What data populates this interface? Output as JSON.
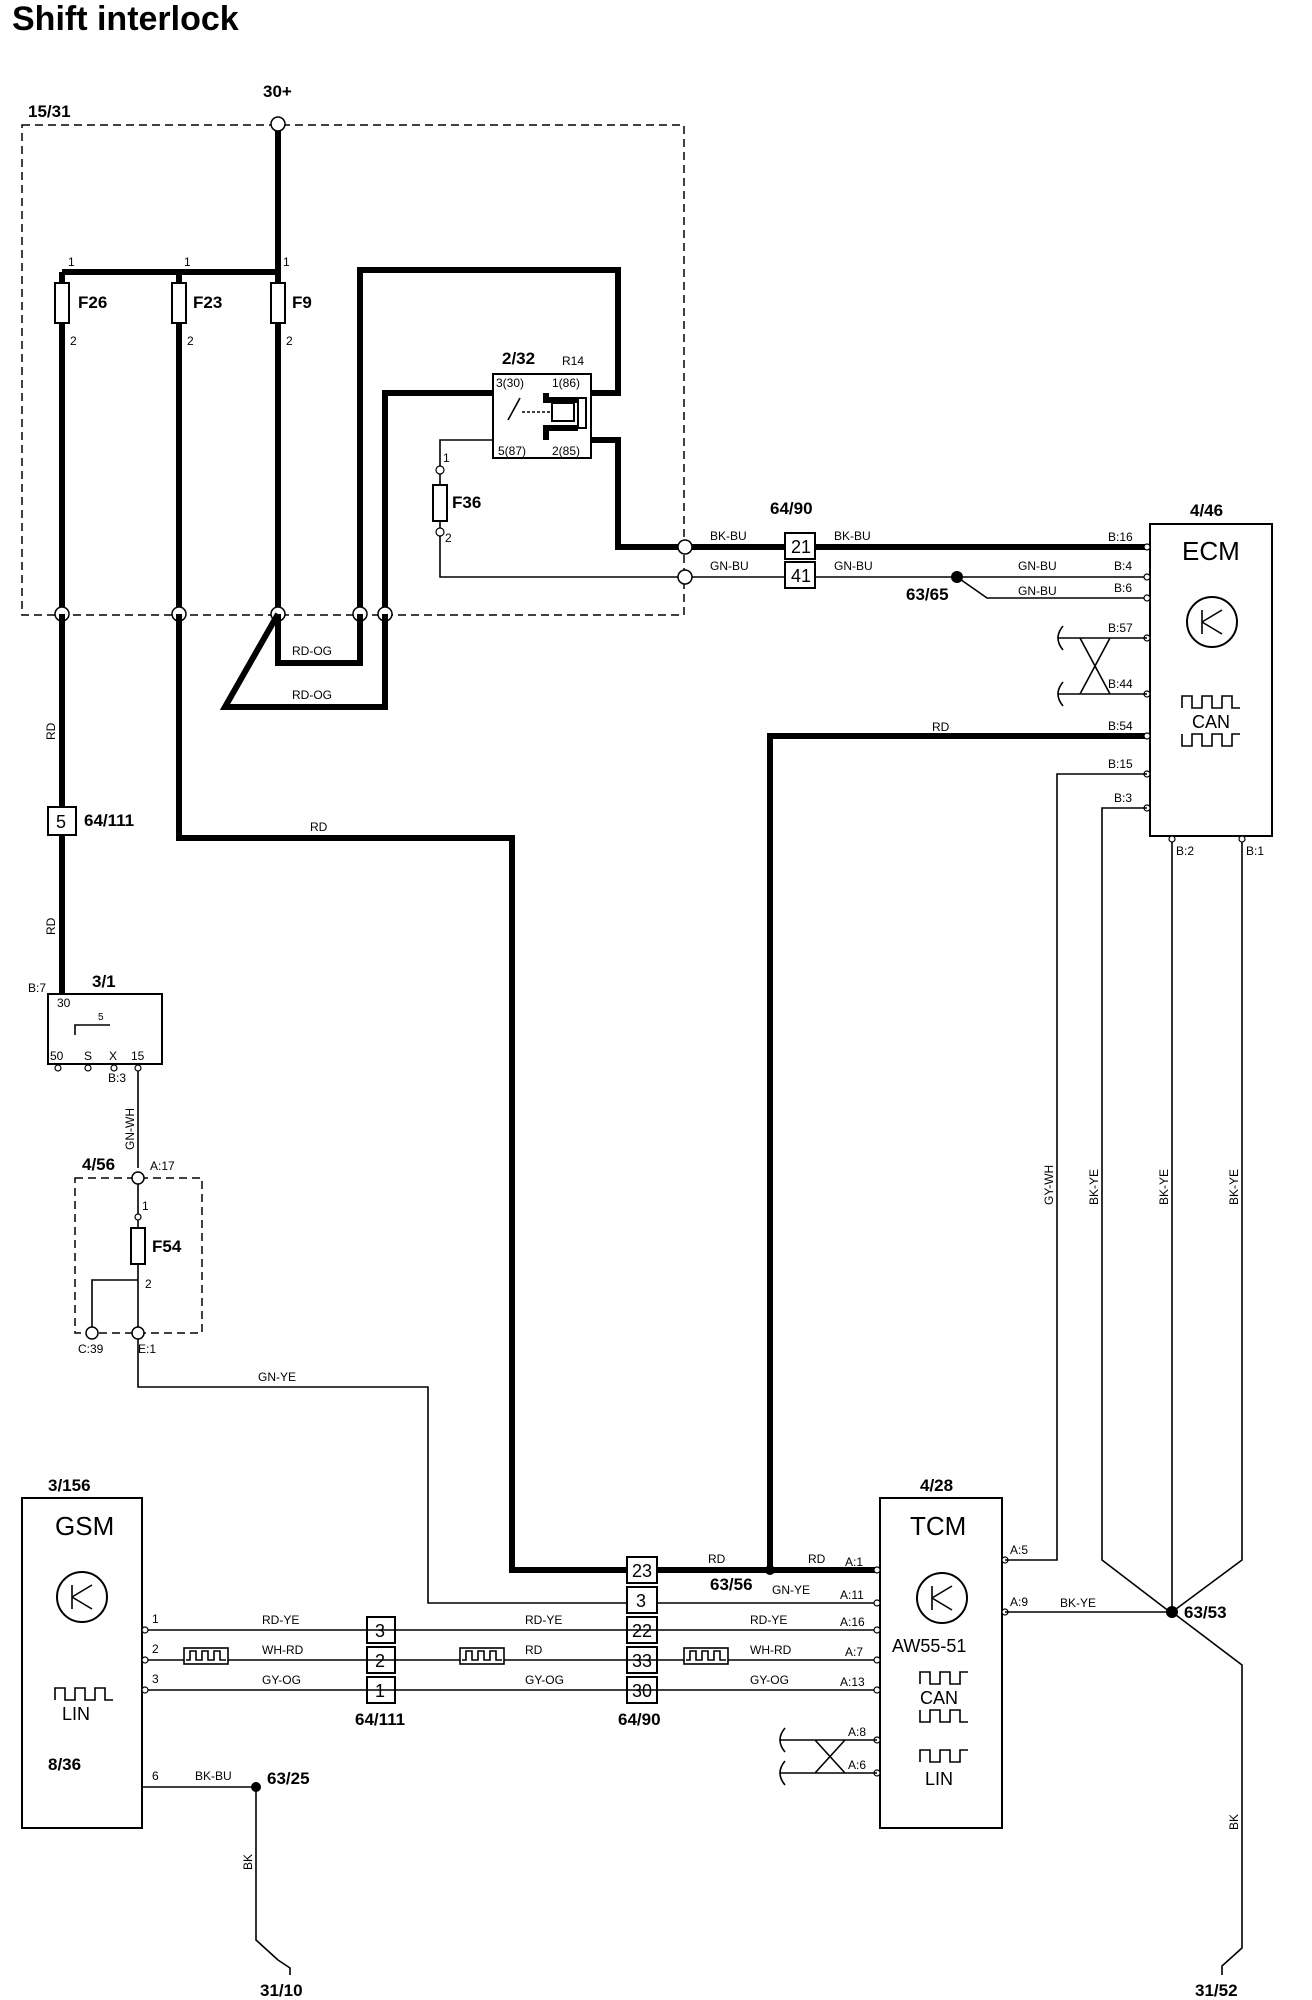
{
  "title": "Shift interlock",
  "supply": {
    "label": "30+",
    "box": "15/31"
  },
  "fuses": {
    "f26": "F26",
    "f23": "F23",
    "f9": "F9",
    "f36": "F36",
    "f54": "F54",
    "pin1": "1",
    "pin2": "2"
  },
  "relay": {
    "id": "2/32",
    "name": "R14",
    "p30": "3(30)",
    "p86": "1(86)",
    "p87": "5(87)",
    "p85": "2(85)"
  },
  "connectors": {
    "c6490": "64/90",
    "c6490_21": "21",
    "c6490_41": "41",
    "c64111": "64/111",
    "c64111_5": "5",
    "c64111_3": "3",
    "c64111_2": "2",
    "c64111_1": "1",
    "c6490_23": "23",
    "c6490_3": "3",
    "c6490_22": "22",
    "c6490_33": "33",
    "c6490_30": "30"
  },
  "splices": {
    "s6365": "63/65",
    "s6356": "63/56",
    "s6353": "63/53",
    "s6325": "63/25"
  },
  "ecm": {
    "id": "4/46",
    "name": "ECM",
    "can": "CAN",
    "pins": {
      "b16": "B:16",
      "b4": "B:4",
      "b6": "B:6",
      "b57": "B:57",
      "b44": "B:44",
      "b54": "B:54",
      "b15": "B:15",
      "b3": "B:3",
      "b2": "B:2",
      "b1": "B:1"
    }
  },
  "ignition": {
    "id": "3/1",
    "b7": "B:7",
    "p30": "30",
    "p5": "5",
    "p50": "50",
    "ps": "S",
    "px": "X",
    "p15": "15",
    "b3": "B:3"
  },
  "module456": {
    "id": "4/56",
    "a17": "A:17",
    "c39": "C:39",
    "e1": "E:1"
  },
  "gsm": {
    "id": "3/156",
    "name": "GSM",
    "lin": "LIN",
    "sub": "8/36",
    "p1": "1",
    "p2": "2",
    "p3": "3",
    "p6": "6"
  },
  "tcm": {
    "id": "4/28",
    "name": "TCM",
    "model": "AW55-51",
    "can": "CAN",
    "lin": "LIN",
    "pins": {
      "a1": "A:1",
      "a11": "A:11",
      "a16": "A:16",
      "a7": "A:7",
      "a13": "A:13",
      "a8": "A:8",
      "a6": "A:6",
      "a5": "A:5",
      "a9": "A:9"
    }
  },
  "grounds": {
    "g3110": "31/10",
    "g3152": "31/52"
  },
  "wires": {
    "rd": "RD",
    "rdog": "RD-OG",
    "bkbu": "BK-BU",
    "gnbu": "GN-BU",
    "gnwh": "GN-WH",
    "gnye": "GN-YE",
    "rdye": "RD-YE",
    "whrd": "WH-RD",
    "gyog": "GY-OG",
    "gywh": "GY-WH",
    "bkye": "BK-YE",
    "bk": "BK"
  }
}
